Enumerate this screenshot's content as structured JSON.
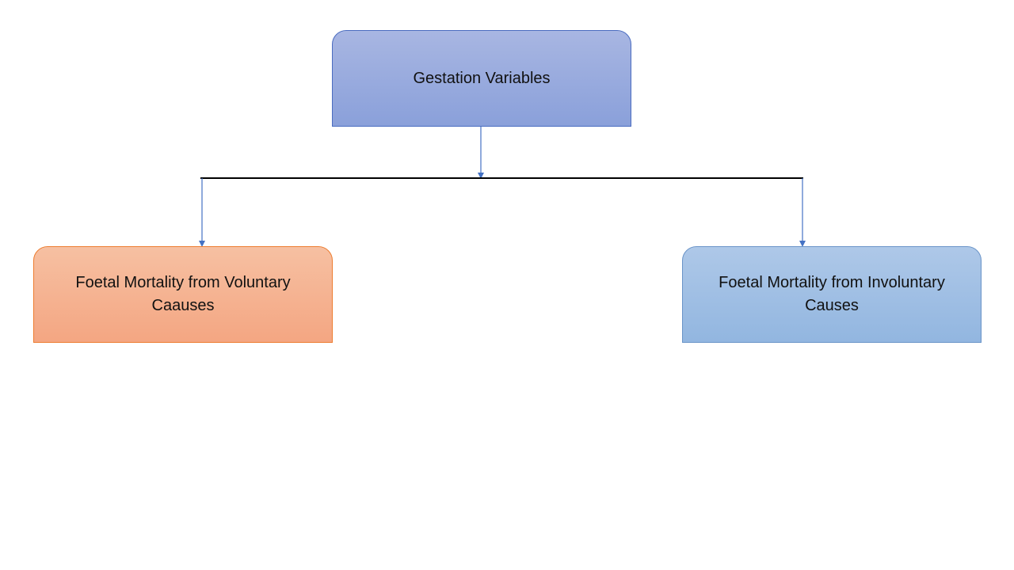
{
  "diagram": {
    "root": {
      "label": "Gestation Variables"
    },
    "children": [
      {
        "label": "Foetal Mortality from Voluntary Caauses"
      },
      {
        "label": "Foetal Mortality from Involuntary Causes"
      }
    ]
  },
  "colors": {
    "root_fill": "#9aaade",
    "root_border": "#4a6cc0",
    "left_fill": "#f5b08e",
    "left_border": "#ed7d31",
    "right_fill": "#a0bee4",
    "right_border": "#6a94c8",
    "arrow": "#4472c4",
    "bus_line": "#000000"
  }
}
